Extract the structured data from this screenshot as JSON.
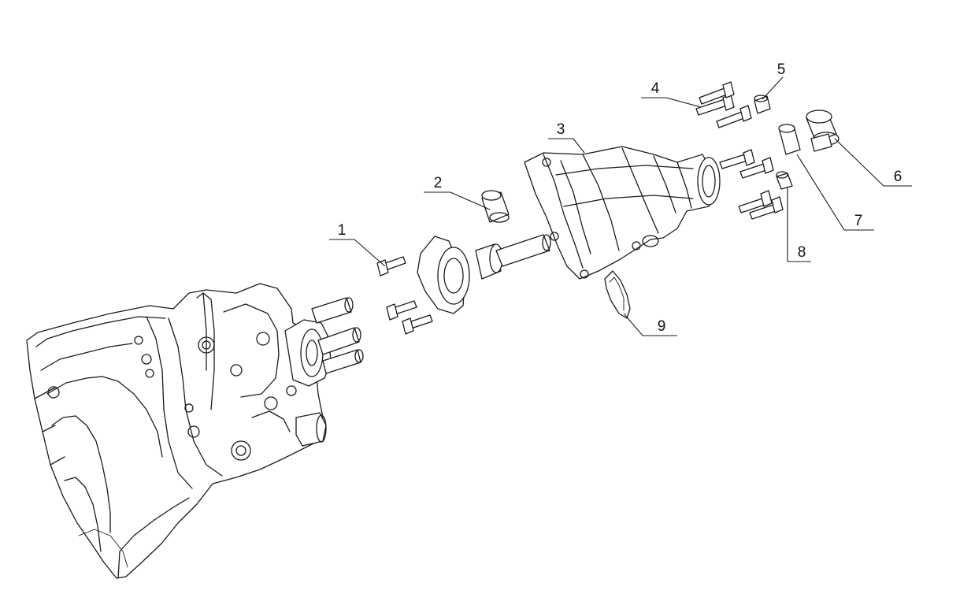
{
  "callouts": [
    {
      "id": "1",
      "label": "1"
    },
    {
      "id": "2",
      "label": "2"
    },
    {
      "id": "3",
      "label": "3"
    },
    {
      "id": "4",
      "label": "4"
    },
    {
      "id": "5",
      "label": "5"
    },
    {
      "id": "6",
      "label": "6"
    },
    {
      "id": "7",
      "label": "7"
    },
    {
      "id": "8",
      "label": "8"
    },
    {
      "id": "9",
      "label": "9"
    }
  ],
  "colors": {
    "ink": "#1a1a1a",
    "background": "#ffffff"
  }
}
